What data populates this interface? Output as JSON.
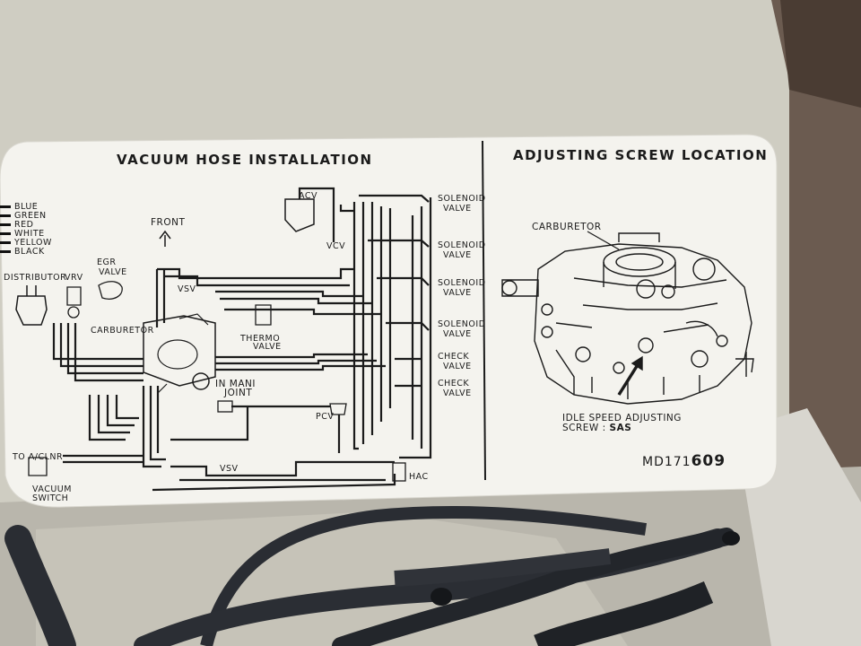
{
  "left_panel": {
    "title": "VACUUM HOSE INSTALLATION",
    "legend": [
      "BLUE",
      "GREEN",
      "RED",
      "WHITE",
      "YELLOW",
      "BLACK"
    ],
    "front_label": "FRONT",
    "labels": {
      "distributor": "DISTRIBUTOR",
      "vrv": "VRV",
      "egr_valve_1": "EGR",
      "egr_valve_2": "VALVE",
      "vsv_top": "VSV",
      "carburetor": "CARBURETOR",
      "acv": "ACV",
      "vcv": "VCV",
      "thermo_1": "THERMO",
      "thermo_2": "VALVE",
      "in_mani_1": "IN MANI",
      "in_mani_2": "JOINT",
      "pcv": "PCV",
      "vsv_bottom": "VSV",
      "hac": "HAC",
      "to_aclnr": "TO A/CLNR",
      "vacuum_switch_1": "VACUUM",
      "vacuum_switch_2": "SWITCH",
      "solenoid_1a": "SOLENOID",
      "solenoid_1b": "VALVE",
      "solenoid_2a": "SOLENOID",
      "solenoid_2b": "VALVE",
      "solenoid_3a": "SOLENOID",
      "solenoid_3b": "VALVE",
      "solenoid_4a": "SOLENOID",
      "solenoid_4b": "VALVE",
      "check_1a": "CHECK",
      "check_1b": "VALVE",
      "check_2a": "CHECK",
      "check_2b": "VALVE"
    }
  },
  "right_panel": {
    "title": "ADJUSTING SCREW LOCATION",
    "carburetor_label": "CARBURETOR",
    "idle_label_1": "IDLE SPEED ADJUSTING",
    "idle_label_2_prefix": "SCREW : ",
    "idle_label_2_bold": "SAS",
    "part_prefix": "MD171",
    "part_suffix": "609"
  },
  "colors": {
    "wall": "#cfcdc2",
    "sticker": "#f4f3ee",
    "ink": "#1b1b1b",
    "hose": "#2a2d33"
  }
}
